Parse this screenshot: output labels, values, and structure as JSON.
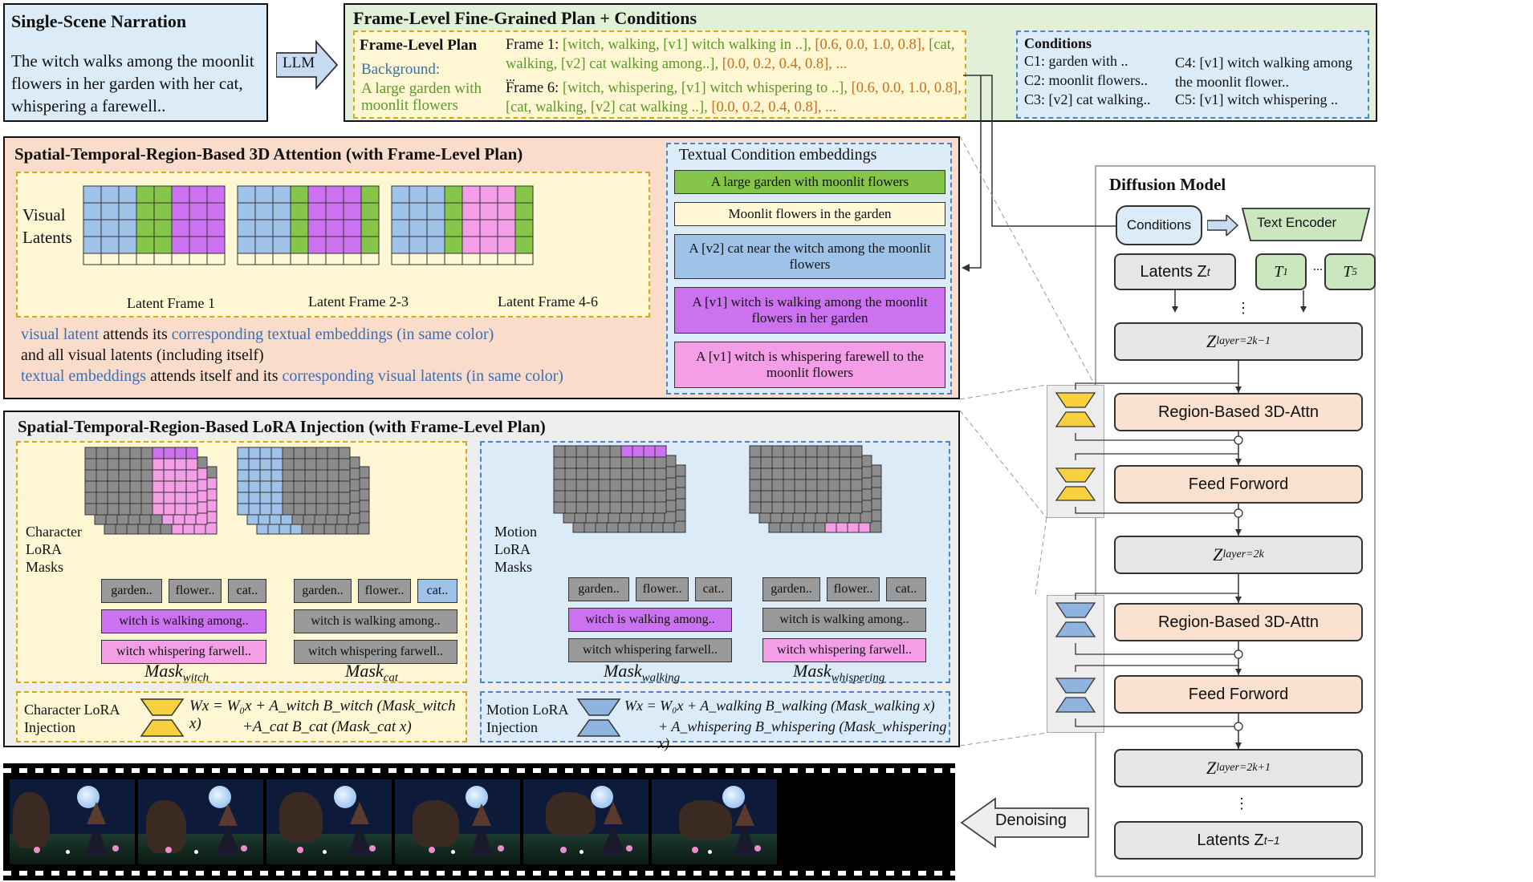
{
  "narration": {
    "title": "Single-Scene Narration",
    "text": "The witch walks among the moonlit flowers in her garden with her cat, whispering a farewell.."
  },
  "llm_label": "LLM",
  "plan_box": {
    "title": "Frame-Level Fine-Grained Plan + Conditions",
    "plan_title": "Frame-Level Plan",
    "background_label": "Background:",
    "background_text": "A large garden with moonlit flowers",
    "frame1_label": "Frame 1:",
    "frame1_green1": "[witch, walking, [v1] witch walking in ..],",
    "frame1_orange1": "[0.6, 0.0, 1.0, 0.8],",
    "frame1_green2": "[cat, walking, [v2] cat walking among..],",
    "frame1_orange2": "[0.0, 0.2, 0.4, 0.8], ...",
    "ellipsis": "...",
    "frame6_label": "Frame 6:",
    "frame6_green1": "[witch, whispering, [v1] witch whispering to ..],",
    "frame6_orange1": "[0.6, 0.0, 1.0, 0.8],",
    "frame6_green2": "[cat, walking, [v2] cat walking ..],",
    "frame6_orange2": "[0.0, 0.2, 0.4, 0.8], ...",
    "conditions_title": "Conditions",
    "c1": "C1: garden with ..",
    "c2": "C2: moonlit flowers..",
    "c3": "C3: [v2] cat walking..",
    "c4": "C4: [v1] witch walking among the moonlit flower..",
    "c5": "C5: [v1] witch whispering .."
  },
  "attention_panel": {
    "title": "Spatial-Temporal-Region-Based 3D Attention (with Frame-Level Plan)",
    "visual_latents": "Visual Latents",
    "frame_labels": [
      "Latent Frame 1",
      "Latent Frame 2-3",
      "Latent Frame 4-6"
    ],
    "line1_a": "visual latent",
    "line1_b": " attends its ",
    "line1_c": "corresponding textual embeddings (in same color)",
    "line2": "and all visual latents (including itself)",
    "line3_a": "textual embeddings",
    "line3_b": " attends itself and its ",
    "line3_c": "corresponding visual latents (in same color)",
    "embeddings_title": "Textual Condition embeddings",
    "embeddings": [
      "A large garden with moonlit flowers",
      "Moonlit flowers in the garden",
      "A [v2] cat near the witch among the moonlit flowers",
      "A [v1] witch is walking among the moonlit flowers in her garden",
      "A [v1] witch is whispering farewell to the moonlit flowers"
    ]
  },
  "lora_panel": {
    "title": "Spatial-Temporal-Region-Based LoRA Injection (with Frame-Level Plan)",
    "character_label": "Character LoRA Masks",
    "motion_label": "Motion LoRA Masks",
    "token_garden": "garden..",
    "token_flower": "flower..",
    "token_cat": "cat..",
    "token_walking": "witch is walking among..",
    "token_whisper": "witch whispering farwell..",
    "mask_witch": "Mask",
    "mask_witch_sub": "witch",
    "mask_cat": "Mask",
    "mask_cat_sub": "cat",
    "mask_walking": "Mask",
    "mask_walking_sub": "walking",
    "mask_whispering": "Mask",
    "mask_whispering_sub": "whispering",
    "char_injection_label": "Character LoRA Injection",
    "char_eq1": "Wx = W₀x + A_witch B_witch (Mask_witch x)",
    "char_eq2": "+A_cat B_cat (Mask_cat x)",
    "motion_injection_label": "Motion LoRA Injection",
    "motion_eq1": "Wx = W₀x + A_walking B_walking (Mask_walking x)",
    "motion_eq2": "+ A_whispering B_whispering (Mask_whispering x)"
  },
  "diffusion": {
    "title": "Diffusion Model",
    "conditions": "Conditions",
    "text_encoder": "Text Encoder",
    "latents_zt": "Latents Z",
    "latents_zt_sub": "t",
    "t1": "T",
    "t1_sub": "1",
    "t_dots": "...",
    "t5": "T",
    "t5_sub": "5",
    "z1": "Z",
    "z1_sub": "layer=2k−1",
    "attn1": "Region-Based 3D-Attn",
    "ff1": "Feed Forword",
    "z2": "Z",
    "z2_sub": "layer=2k",
    "attn2": "Region-Based 3D-Attn",
    "ff2": "Feed Forword",
    "z3": "Z",
    "z3_sub": "layer=2k+1",
    "latents_out": "Latents Z",
    "latents_out_sub": "t−1",
    "vdots": "⋮"
  },
  "denoising": "Denoising",
  "colors": {
    "blue_cell": "#9fc3e8",
    "green_cell": "#84c54a",
    "purple_cell": "#cc72f0",
    "pink_cell": "#f59ee8",
    "cream_cell": "#fff7d6",
    "yellow_lora": "#f7d23e",
    "blue_lora": "#8fb4e0"
  }
}
